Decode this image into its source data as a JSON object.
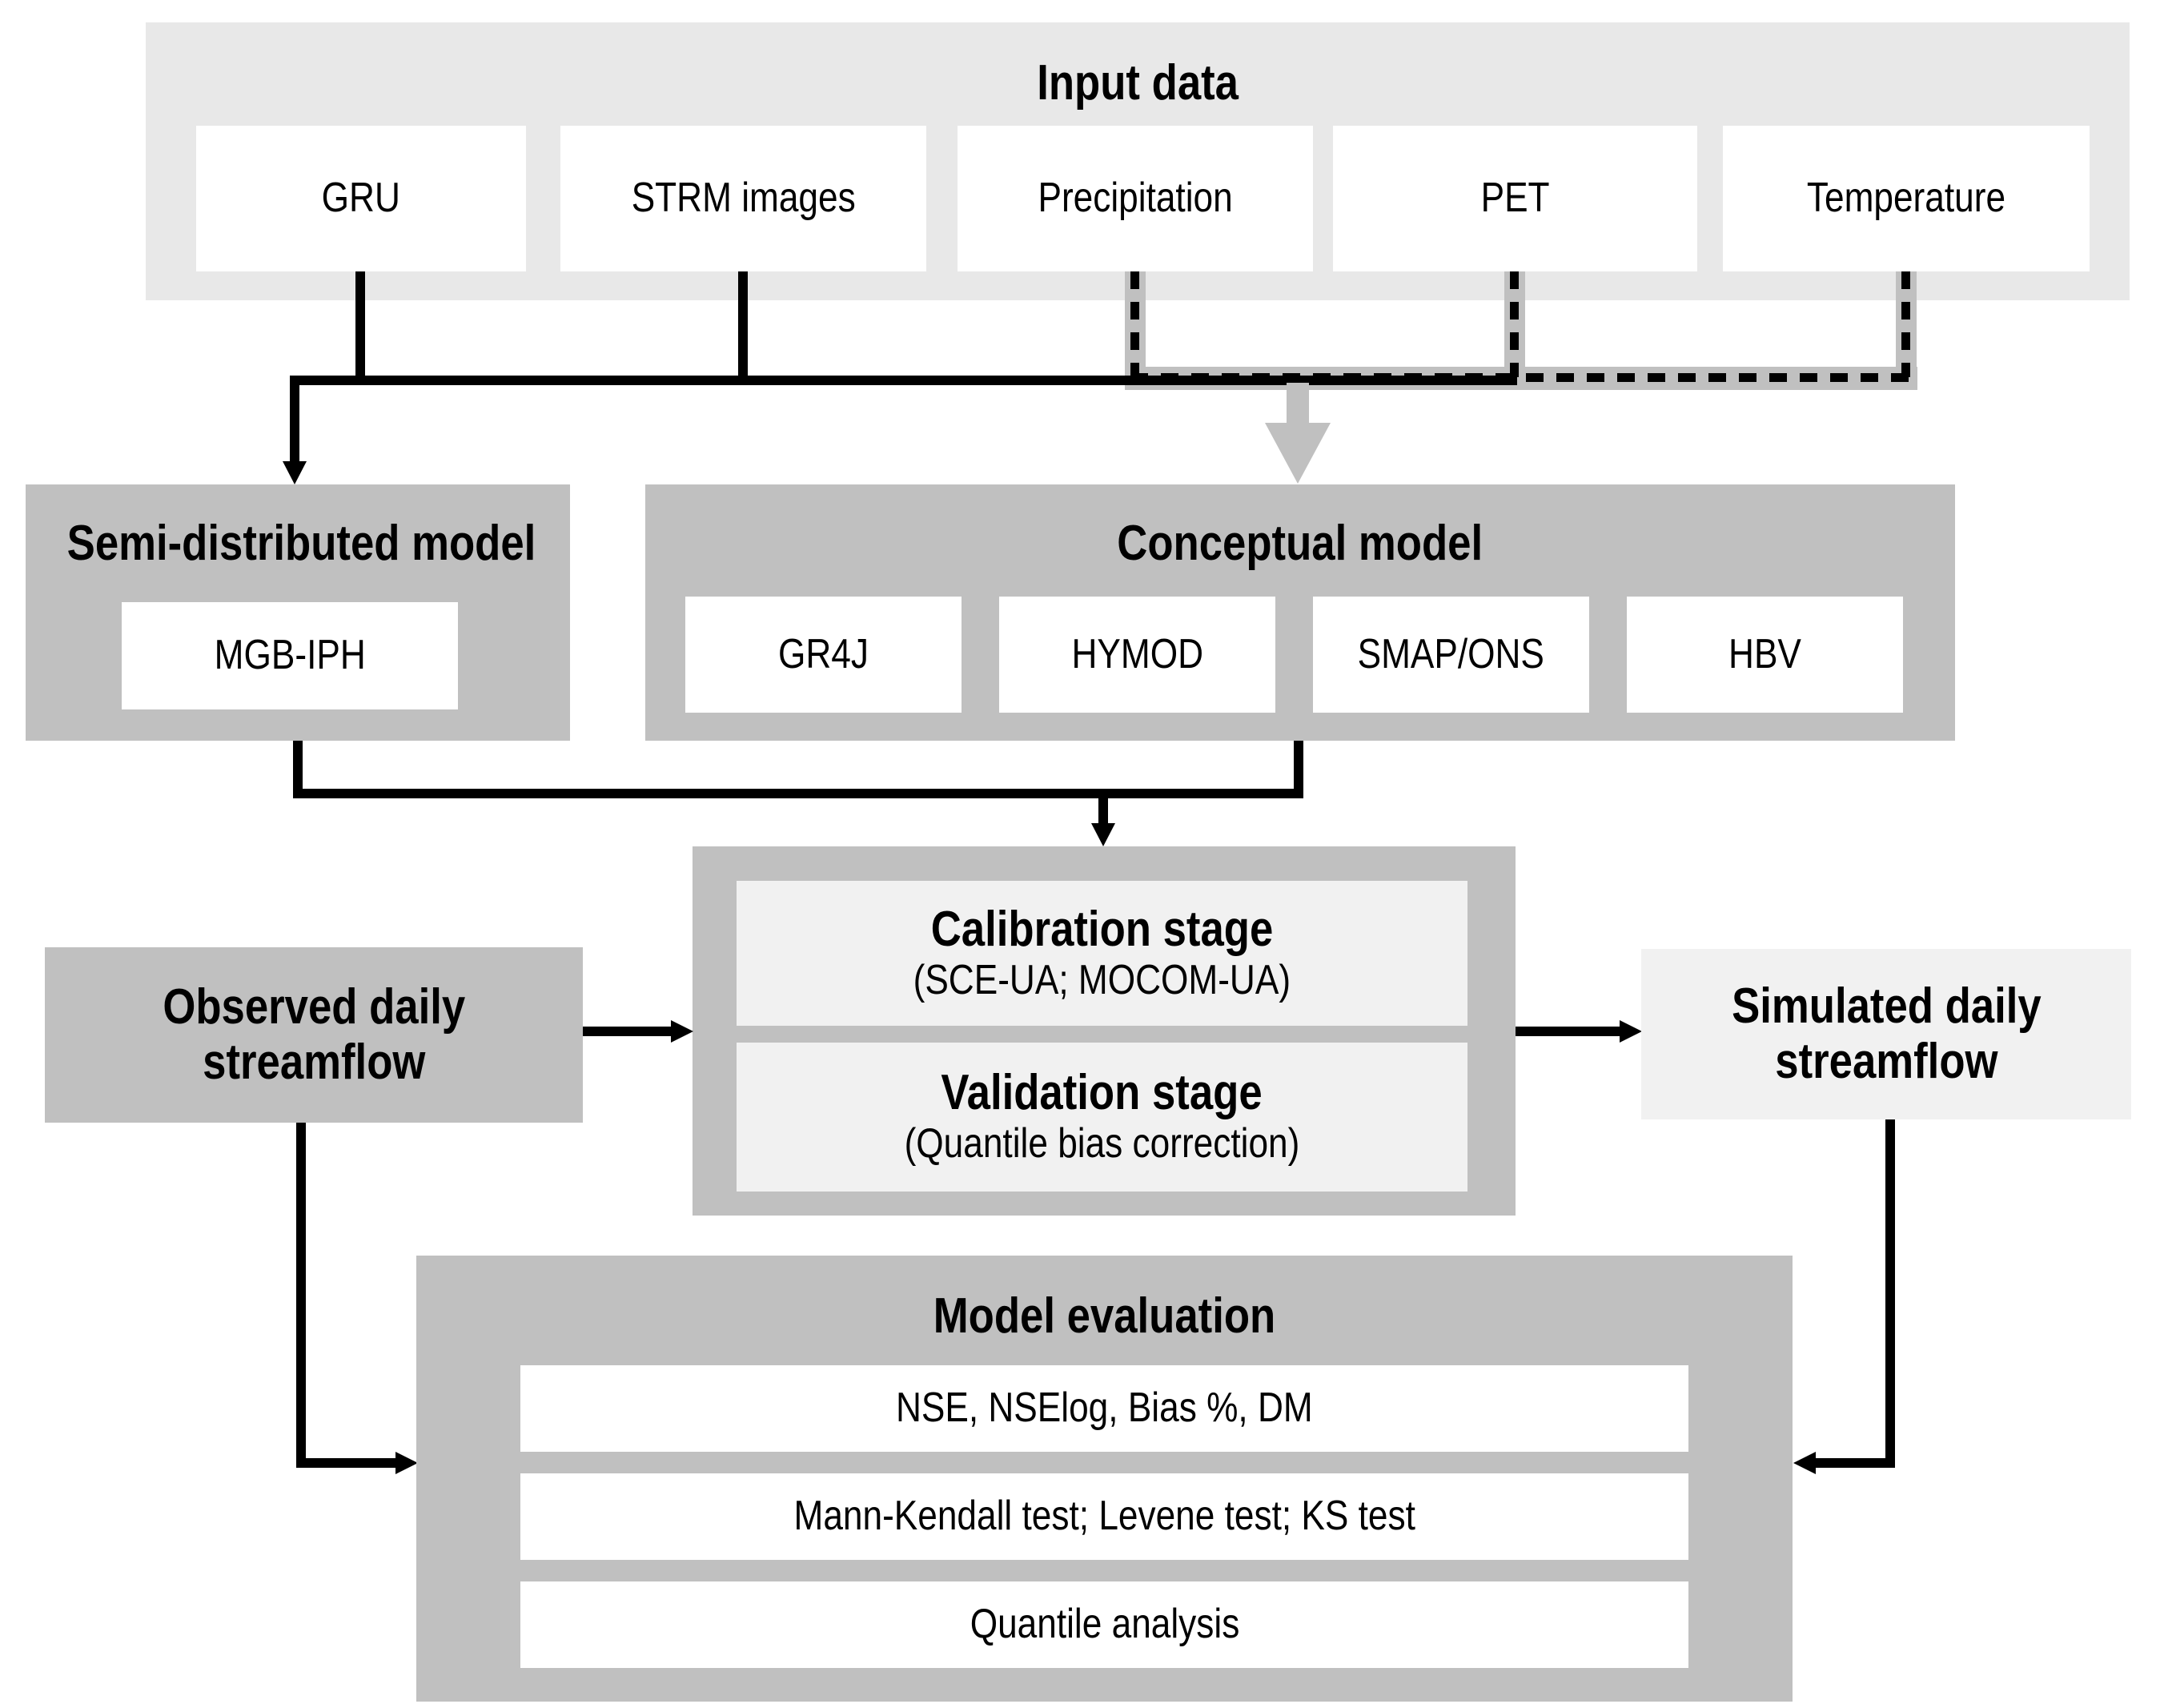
{
  "input": {
    "title": "Input data",
    "items": [
      "GRU",
      "STRM images",
      "Precipitation",
      "PET",
      "Temperature"
    ]
  },
  "semi_distributed": {
    "title": "Semi-distributed model",
    "model": "MGB-IPH"
  },
  "conceptual": {
    "title": "Conceptual model",
    "models": [
      "GR4J",
      "HYMOD",
      "SMAP/ONS",
      "HBV"
    ]
  },
  "calibration": {
    "stage1_title": "Calibration stage",
    "stage1_detail": "(SCE-UA; MOCOM-UA)",
    "stage2_title": "Validation stage",
    "stage2_detail": "(Quantile bias correction)"
  },
  "observed": {
    "line1": "Observed daily",
    "line2": "streamflow"
  },
  "simulated": {
    "line1": "Simulated daily",
    "line2": "streamflow"
  },
  "evaluation": {
    "title": "Model evaluation",
    "rows": [
      "NSE, NSElog, Bias %, DM",
      "Mann-Kendall test; Levene test; KS test",
      "Quantile analysis"
    ]
  },
  "colors": {
    "band": "#e8e8e8",
    "container_gray": "#c0c0c0",
    "panel_light": "#f1f1f1",
    "line_black": "#000000",
    "white": "#ffffff"
  }
}
